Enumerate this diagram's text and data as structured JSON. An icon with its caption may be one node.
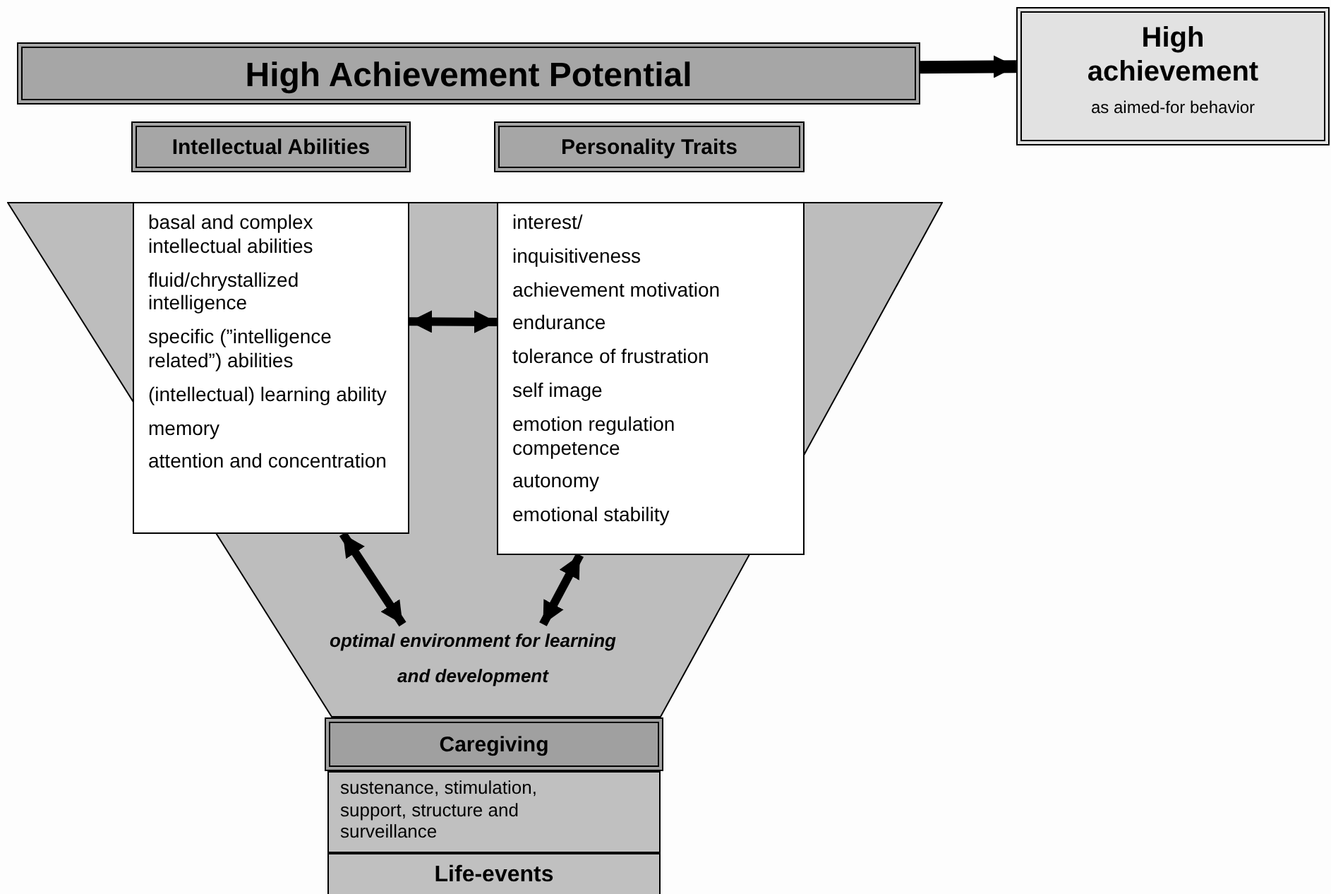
{
  "diagram": {
    "nodes": [
      {
        "text": [
          "High Achievement Potential"
        ]
      },
      {
        "text": [
          "High achievement",
          "as aimed-for behavior"
        ]
      },
      {
        "text": [
          "Intellectual Abilities"
        ]
      },
      {
        "text": [
          "Personality Traits"
        ]
      },
      {
        "text": [
          "optimal environment for learning and development"
        ]
      },
      {
        "text": [
          "basal and complex intellectual abilities",
          "fluid/chrystallized intelligence",
          "specific (”intelligence related”) abilities",
          "(intellectual) learning ability",
          "memory",
          "attention and concentration"
        ]
      },
      {
        "text": [
          "interest/",
          "inquisitiveness",
          "achievement motivation",
          "endurance",
          "tolerance of frustration",
          "self image",
          "emotion regulation competence",
          "autonomy",
          "emotional stability"
        ]
      },
      {
        "text": [
          "Caregiving"
        ]
      },
      {
        "text": [
          "sustenance, stimulation, support, structure and surveillance"
        ]
      },
      {
        "text": [
          "Life-events"
        ]
      }
    ],
    "edges": [
      {
        "from": 0,
        "to": 1,
        "arrow": "to"
      },
      {
        "from": 5,
        "to": 6,
        "arrow": "both"
      },
      {
        "from": 5,
        "to": 4,
        "arrow": "both"
      },
      {
        "from": 6,
        "to": 4,
        "arrow": "both"
      }
    ]
  }
}
